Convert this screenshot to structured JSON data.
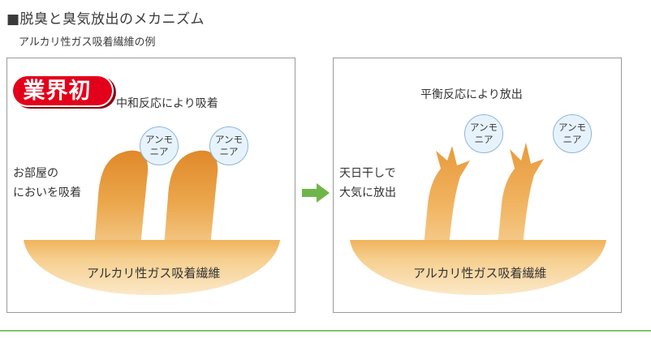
{
  "header": {
    "title": "■脱臭と臭気放出のメカニズム",
    "subtitle": "アルカリ性ガス吸着繊維の例"
  },
  "left_panel": {
    "badge": "業界初",
    "reaction_label": "中和反応により吸着",
    "side_label_line1": "お部屋の",
    "side_label_line2": "においを吸着",
    "molecule_line1": "アンモ",
    "molecule_line2": "ニア",
    "base_label": "アルカリ性ガス吸着繊維"
  },
  "right_panel": {
    "reaction_label": "平衡反応により放出",
    "side_label_line1": "天日干しで",
    "side_label_line2": "大気に放出",
    "molecule_line1": "アンモ",
    "molecule_line2": "ニア",
    "base_label": "アルカリ性ガス吸着繊維"
  },
  "colors": {
    "fiber_dark": "#e4952f",
    "fiber_light": "#f9ddb0",
    "base_bottom": "#fbe8c8",
    "badge_red": "#e3001b",
    "arrow_green": "#6fb64a",
    "bubble_fill": "#e7f3fc",
    "bubble_border": "#8fb6d6",
    "bottom_rule": "#86c16b"
  }
}
